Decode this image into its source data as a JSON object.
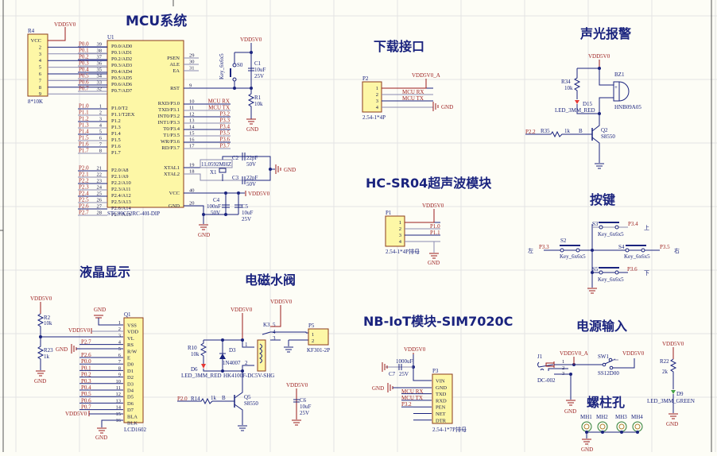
{
  "sections": {
    "mcu": "MCU系统",
    "download": "下载接口",
    "alarm": "声光报警",
    "ultrasonic": "HC-SR04超声波模块",
    "keys": "按键",
    "lcd": "液晶显示",
    "valve": "电磁水阀",
    "nbiot": "NB-IoT模块-SIM7020C",
    "power": "电源输入",
    "holes": "螺柱孔"
  },
  "nets": {
    "vdd": "VDD5V0",
    "vdd_a": "VDD5V0_A",
    "gnd": "GND",
    "mcu_rx": "MCU RX",
    "mcu_tx": "MCU TX"
  },
  "r4": {
    "ref": "R4",
    "value": "8*10K",
    "pins": [
      "VCC",
      "2",
      "3",
      "4",
      "5",
      "6",
      "7",
      "8",
      "9"
    ]
  },
  "u1": {
    "ref": "U1",
    "part": "STC89C52RC-40I-DIP",
    "left_pins": [
      {
        "net": "P0.0",
        "num": "39",
        "name": "P0.0/AD0"
      },
      {
        "net": "P0.1",
        "num": "38",
        "name": "P0.1/AD1"
      },
      {
        "net": "P0.2",
        "num": "37",
        "name": "P0.2/AD2"
      },
      {
        "net": "P0.3",
        "num": "36",
        "name": "P0.3/AD3"
      },
      {
        "net": "P0.4",
        "num": "35",
        "name": "P0.4/AD4"
      },
      {
        "net": "P0.5",
        "num": "34",
        "name": "P0.5/AD5"
      },
      {
        "net": "P0.6",
        "num": "33",
        "name": "P0.6/AD6"
      },
      {
        "net": "P0.7",
        "num": "32",
        "name": "P0.7/AD7"
      },
      {
        "net": "P1.0",
        "num": "1",
        "name": "P1.0/T2"
      },
      {
        "net": "P1.1",
        "num": "2",
        "name": "P1.1/T2EX"
      },
      {
        "net": "P1.2",
        "num": "3",
        "name": "P1.2"
      },
      {
        "net": "P1.3",
        "num": "4",
        "name": "P1.3"
      },
      {
        "net": "P1.4",
        "num": "5",
        "name": "P1.4"
      },
      {
        "net": "P1.5",
        "num": "6",
        "name": "P1.5"
      },
      {
        "net": "P1.6",
        "num": "7",
        "name": "P1.6"
      },
      {
        "net": "P1.7",
        "num": "8",
        "name": "P1.7"
      },
      {
        "net": "P2.0",
        "num": "21",
        "name": "P2.0/A8"
      },
      {
        "net": "P2.1",
        "num": "22",
        "name": "P2.1/A9"
      },
      {
        "net": "P2.2",
        "num": "23",
        "name": "P2.2/A10"
      },
      {
        "net": "P2.3",
        "num": "24",
        "name": "P2.3/A11"
      },
      {
        "net": "P2.4",
        "num": "25",
        "name": "P2.4/A12"
      },
      {
        "net": "P2.5",
        "num": "26",
        "name": "P2.5/A13"
      },
      {
        "net": "P2.6",
        "num": "27",
        "name": "P2.6/A14"
      },
      {
        "net": "P2.7",
        "num": "28",
        "name": "P2.7/A15"
      }
    ],
    "right_pins_top": [
      {
        "num": "29",
        "name": "PSEN"
      },
      {
        "num": "30",
        "name": "ALE"
      },
      {
        "num": "31",
        "name": "EA"
      },
      {
        "num": "9",
        "name": "RST"
      }
    ],
    "right_pins_p3": [
      {
        "num": "10",
        "name": "RXD/P3.0",
        "net": "MCU RX"
      },
      {
        "num": "11",
        "name": "TXD/P3.1",
        "net": "MCU TX"
      },
      {
        "num": "12",
        "name": "INT0/P3.2",
        "net": "P3.2"
      },
      {
        "num": "13",
        "name": "INT1/P3.3",
        "net": "P3.3"
      },
      {
        "num": "14",
        "name": "T0/P3.4",
        "net": "P3.4"
      },
      {
        "num": "15",
        "name": "T1/P3.5",
        "net": "P3.5"
      },
      {
        "num": "16",
        "name": "WR/P3.6",
        "net": "P3.6"
      },
      {
        "num": "17",
        "name": "RD/P3.7",
        "net": "P3.7"
      }
    ],
    "right_pins_bottom": [
      {
        "num": "19",
        "name": "XTAL1"
      },
      {
        "num": "18",
        "name": "XTAL2"
      },
      {
        "num": "40",
        "name": "VCC"
      },
      {
        "num": "20",
        "name": "GND"
      }
    ]
  },
  "reset": {
    "key": "Key_6x6x5",
    "sref": "S0",
    "c1": "C1",
    "c1v": "10uF",
    "c1r": "25V",
    "r1": "R1",
    "r1v": "10k"
  },
  "crystal": {
    "x1": "X1",
    "freq": "11.0592MHZ",
    "c2": "C2",
    "c2v": "22pF",
    "c2r": "50V",
    "c3": "C3",
    "c3v": "22pF",
    "c3r": "50V"
  },
  "decoupling": {
    "c4": "C4",
    "c4v": "100nF",
    "c4r": "50V",
    "c5": "C5",
    "c5v": "10uF",
    "c5r": "25V"
  },
  "p2": {
    "ref": "P2",
    "part": "2.54-1*4P",
    "pins": [
      "1",
      "2",
      "3",
      "4"
    ]
  },
  "p1": {
    "ref": "P1",
    "part": "2.54-1*4P排母",
    "pins": [
      "1",
      "2",
      "3",
      "4"
    ],
    "nets": [
      "P1.0",
      "P1.1"
    ]
  },
  "alarm": {
    "r34": "R34",
    "r34v": "10k",
    "d15": "D15",
    "led": "LED_3MM_RED",
    "bz": "BZ1",
    "bzpart": "HNB09A05",
    "p22": "P2.2",
    "r35": "R35",
    "r35v": "1k",
    "b": "B",
    "q2": "Q2",
    "q2part": "S8550",
    "plus": "+"
  },
  "keys": {
    "left": "左",
    "right": "右",
    "up": "上",
    "down": "下",
    "s2": "S2",
    "s3": "S3",
    "s4": "S4",
    "s5": "S5",
    "part": "Key_6x6x5",
    "p33": "P3.3",
    "p34": "P3.4",
    "p35": "P3.5",
    "p36": "P3.6"
  },
  "lcd": {
    "ref": "Q1",
    "part": "LCD1602",
    "r2": "R2",
    "r2v": "10k",
    "r23": "R23",
    "r23v": "1k",
    "pins": [
      {
        "num": "1",
        "name": "VSS",
        "net": ""
      },
      {
        "num": "2",
        "name": "VDD",
        "net": ""
      },
      {
        "num": "3",
        "name": "VL",
        "net": ""
      },
      {
        "num": "4",
        "name": "RS",
        "net": "P2.7"
      },
      {
        "num": "5",
        "name": "R/W",
        "net": ""
      },
      {
        "num": "6",
        "name": "E",
        "net": "P2.6"
      },
      {
        "num": "7",
        "name": "D0",
        "net": "P0.0"
      },
      {
        "num": "8",
        "name": "D1",
        "net": "P0.1"
      },
      {
        "num": "9",
        "name": "D2",
        "net": "P0.2"
      },
      {
        "num": "10",
        "name": "D3",
        "net": "P0.3"
      },
      {
        "num": "11",
        "name": "D4",
        "net": "P0.4"
      },
      {
        "num": "12",
        "name": "D5",
        "net": "P0.5"
      },
      {
        "num": "13",
        "name": "D6",
        "net": "P0.6"
      },
      {
        "num": "14",
        "name": "D7",
        "net": "P0.7"
      },
      {
        "num": "15",
        "name": "BLA",
        "net": ""
      },
      {
        "num": "16",
        "name": "BLK",
        "net": ""
      }
    ]
  },
  "valve": {
    "r10": "R10",
    "r10v": "10k",
    "d6": "D6",
    "led": "LED_3MM_RED",
    "d3": "D3",
    "d3part": "1N4007",
    "k3": "K3",
    "relay": "HK4100F-DC5V-SHG",
    "p5": "P5",
    "p5part": "KF301-2P",
    "p20": "P2.0",
    "r14": "R14",
    "r14v": "1k",
    "b": "B",
    "q5": "Q5",
    "q5part": "S8550",
    "c6": "C6",
    "c6v": "10uF",
    "c6r": "25V",
    "kpins": [
      "5",
      "4",
      "3",
      "1",
      "2"
    ],
    "p5pins": [
      "1",
      "2"
    ]
  },
  "nbiot": {
    "ref": "P3",
    "part": "2.54-1*7P排母",
    "c7": "C7",
    "c7v": "1000uF",
    "c7r": "25V",
    "pins": [
      "VIN",
      "GND",
      "TXD",
      "RXD",
      "PEN",
      "NET",
      "DTR"
    ],
    "nets": [
      "MCU RX",
      "MCU TX",
      "P3.2"
    ]
  },
  "power": {
    "j1": "J1",
    "j1part": "DC-002",
    "sw1": "SW1",
    "swpart": "SS12D00",
    "pins": [
      "1",
      "2",
      "3"
    ],
    "r22": "R22",
    "r22v": "2k",
    "d9": "D9",
    "led": "LED_3MM_GREEN"
  },
  "holes": {
    "items": [
      "MH1",
      "MH2",
      "MH3",
      "MH4"
    ]
  }
}
